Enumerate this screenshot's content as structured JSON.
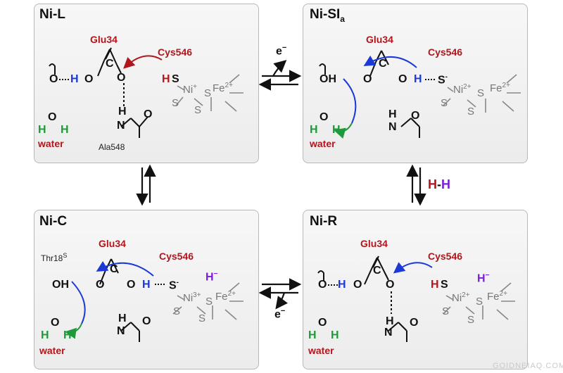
{
  "panels": {
    "nil": {
      "title": "Ni-L",
      "glu": "Glu34",
      "cys": "Cys546",
      "water": "water",
      "ala": "Ala548",
      "ni_charge": "+",
      "fe_charge": "2+"
    },
    "nisi": {
      "title": "Ni-SI",
      "title_sub": "a",
      "glu": "Glu34",
      "cys": "Cys546",
      "water": "water",
      "ni_charge": "2+",
      "fe_charge": "2+"
    },
    "nic": {
      "title": "Ni-C",
      "glu": "Glu34",
      "cys": "Cys546",
      "water": "water",
      "thr": "Thr18",
      "thr_sup": "S",
      "ni_charge": "3+",
      "fe_charge": "2+",
      "hydride": "H",
      "hydride_charge": "−"
    },
    "nir": {
      "title": "Ni-R",
      "glu": "Glu34",
      "cys": "Cys546",
      "water": "water",
      "ni_charge": "2+",
      "fe_charge": "2+",
      "hydride": "H",
      "hydride_charge": "−"
    }
  },
  "arrows": {
    "top_label": "e",
    "top_label_sup": "−",
    "bottom_label": "e",
    "bottom_label_sup": "−",
    "right_label_h1": "H",
    "right_label_dash": "-",
    "right_label_h2": "H"
  },
  "watermark": "GOIDNEIAQ.COM",
  "colors": {
    "residue_red": "#b0161c",
    "proton_blue": "#1a39d6",
    "water_green": "#1f9a3a",
    "hydride_purple": "#7a1fd6"
  }
}
